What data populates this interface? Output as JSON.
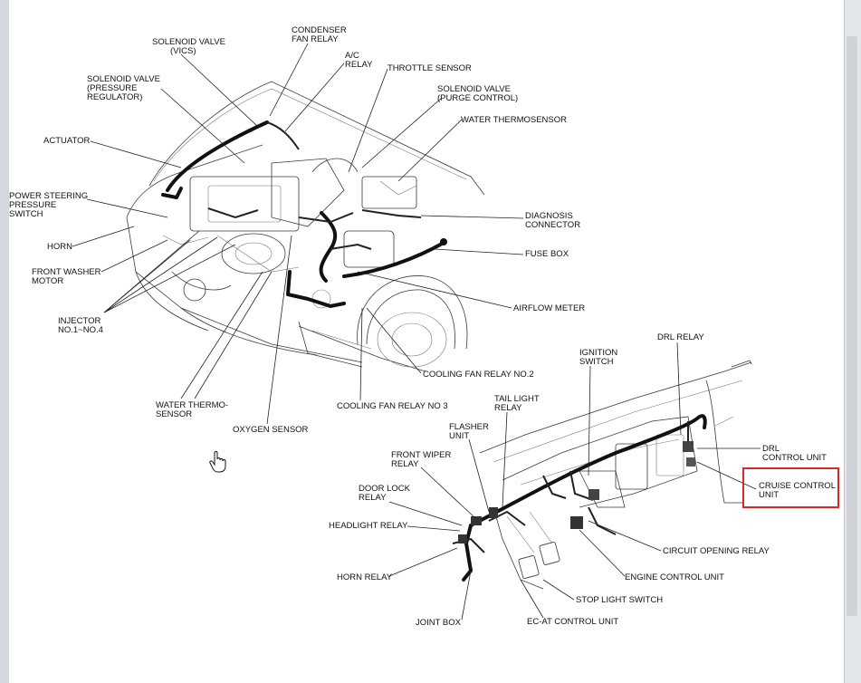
{
  "colors": {
    "highlight_box": "#d62828",
    "page": "#ffffff",
    "frame": "#d4d8de",
    "ink": "#111111"
  },
  "engine_labels": {
    "solenoid_vics": [
      "SOLENOID VALVE",
      "(VICS)"
    ],
    "condenser_fan_relay": [
      "CONDENSER",
      "FAN RELAY"
    ],
    "ac_relay": [
      "A/C",
      "RELAY"
    ],
    "throttle_sensor": "THROTTLE SENSOR",
    "solenoid_pressure": [
      "SOLENOID VALVE",
      "(PRESSURE",
      "REGULATOR)"
    ],
    "solenoid_purge": [
      "SOLENOID VALVE",
      "(PURGE CONTROL)"
    ],
    "water_thermosensor_top": "WATER THERMOSENSOR",
    "actuator": "ACTUATOR",
    "power_steering": [
      "POWER STEERING",
      "PRESSURE",
      "SWITCH"
    ],
    "diagnosis_connector": [
      "DIAGNOSIS",
      "CONNECTOR"
    ],
    "horn": "HORN",
    "fuse_box": "FUSE BOX",
    "front_washer": [
      "FRONT WASHER",
      "MOTOR"
    ],
    "airflow_meter": "AIRFLOW METER",
    "injector": [
      "INJECTOR",
      "NO.1~NO.4"
    ],
    "cooling_fan_relay_2": "COOLING FAN RELAY NO.2",
    "water_thermosensor_bottom": [
      "WATER THERMO-",
      "SENSOR"
    ],
    "cooling_fan_relay_3": "COOLING FAN RELAY NO 3",
    "oxygen_sensor": "OXYGEN SENSOR"
  },
  "dash_labels": {
    "ignition_switch": [
      "IGNITION",
      "SWITCH"
    ],
    "drl_relay": "DRL RELAY",
    "tail_light_relay": [
      "TAIL LIGHT",
      "RELAY"
    ],
    "flasher_unit": [
      "FLASHER",
      "UNIT"
    ],
    "front_wiper_relay": [
      "FRONT WIPER",
      "RELAY"
    ],
    "drl_control_unit": [
      "DRL",
      "CONTROL UNIT"
    ],
    "cruise_control_unit": [
      "CRUISE CONTROL",
      "UNIT"
    ],
    "door_lock_relay": [
      "DOOR LOCK",
      "RELAY"
    ],
    "headlight_relay": "HEADLIGHT RELAY",
    "circuit_opening_relay": "CIRCUIT OPENING RELAY",
    "horn_relay": "HORN RELAY",
    "engine_control_unit": "ENGINE CONTROL UNIT",
    "stop_light_switch": "STOP LIGHT SWITCH",
    "joint_box": "JOINT BOX",
    "ecat_control_unit": "EC-AT CONTROL UNIT"
  }
}
